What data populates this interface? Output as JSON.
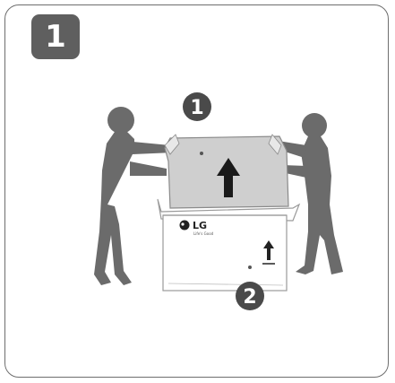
{
  "step": {
    "number": "1"
  },
  "box": {
    "brand_text": "LG",
    "brand_tagline": "Life's Good"
  },
  "callouts": [
    {
      "label": "1"
    },
    {
      "label": "2"
    }
  ],
  "colors": {
    "figure": "#6b6b6b",
    "panel_border": "#6e6e6e",
    "tv_fill": "#cfcfcf",
    "box_line": "#9a9a9a",
    "badge": "#5f5f5f"
  }
}
